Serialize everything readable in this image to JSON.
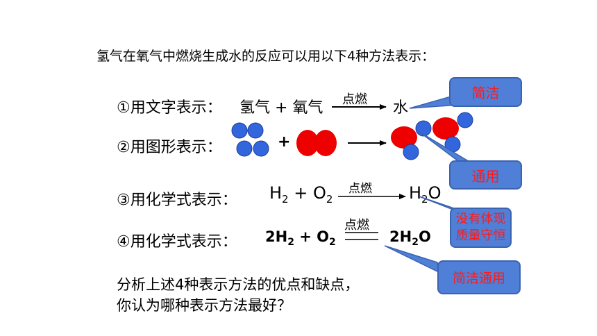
{
  "intro": {
    "text": "氢气在氧气中燃烧生成水的反应可以用以下4种方法表示："
  },
  "rows": {
    "r1": {
      "label": "①用文字表示：",
      "lhs": "氢气 + 氧气",
      "cond": "点燃",
      "rhs": "水"
    },
    "r2": {
      "label": "②用图形表示：",
      "plus": "+"
    },
    "r3": {
      "label": "③用化学式表示：",
      "lhs": "H",
      "lhs_sub": "2",
      "plus": " + O",
      "o_sub": "2",
      "cond": "点燃",
      "rhs": "H",
      "rhs_sub": "2",
      "rhs_tail": "O"
    },
    "r4": {
      "label": "④用化学式表示：",
      "a": "2H",
      "a_sub": "2",
      "plus": " + ",
      "b": "O",
      "b_sub": "2",
      "cond": "点燃",
      "c": "2H",
      "c_sub": "2",
      "c_tail": "O"
    }
  },
  "callouts": {
    "c1": "简洁",
    "c2": "通用",
    "c3": "没有体现质量守恒",
    "c4": "简洁通用"
  },
  "question": {
    "line1": "分析上述4种表示方法的优点和缺点，",
    "line2": "你认为哪种表示方法最好？"
  },
  "colors": {
    "hydrogen": "#3366dd",
    "oxygen": "#ee0000",
    "callout_fill": "#4f7fd6",
    "callout_text": "#ff1a1a"
  }
}
